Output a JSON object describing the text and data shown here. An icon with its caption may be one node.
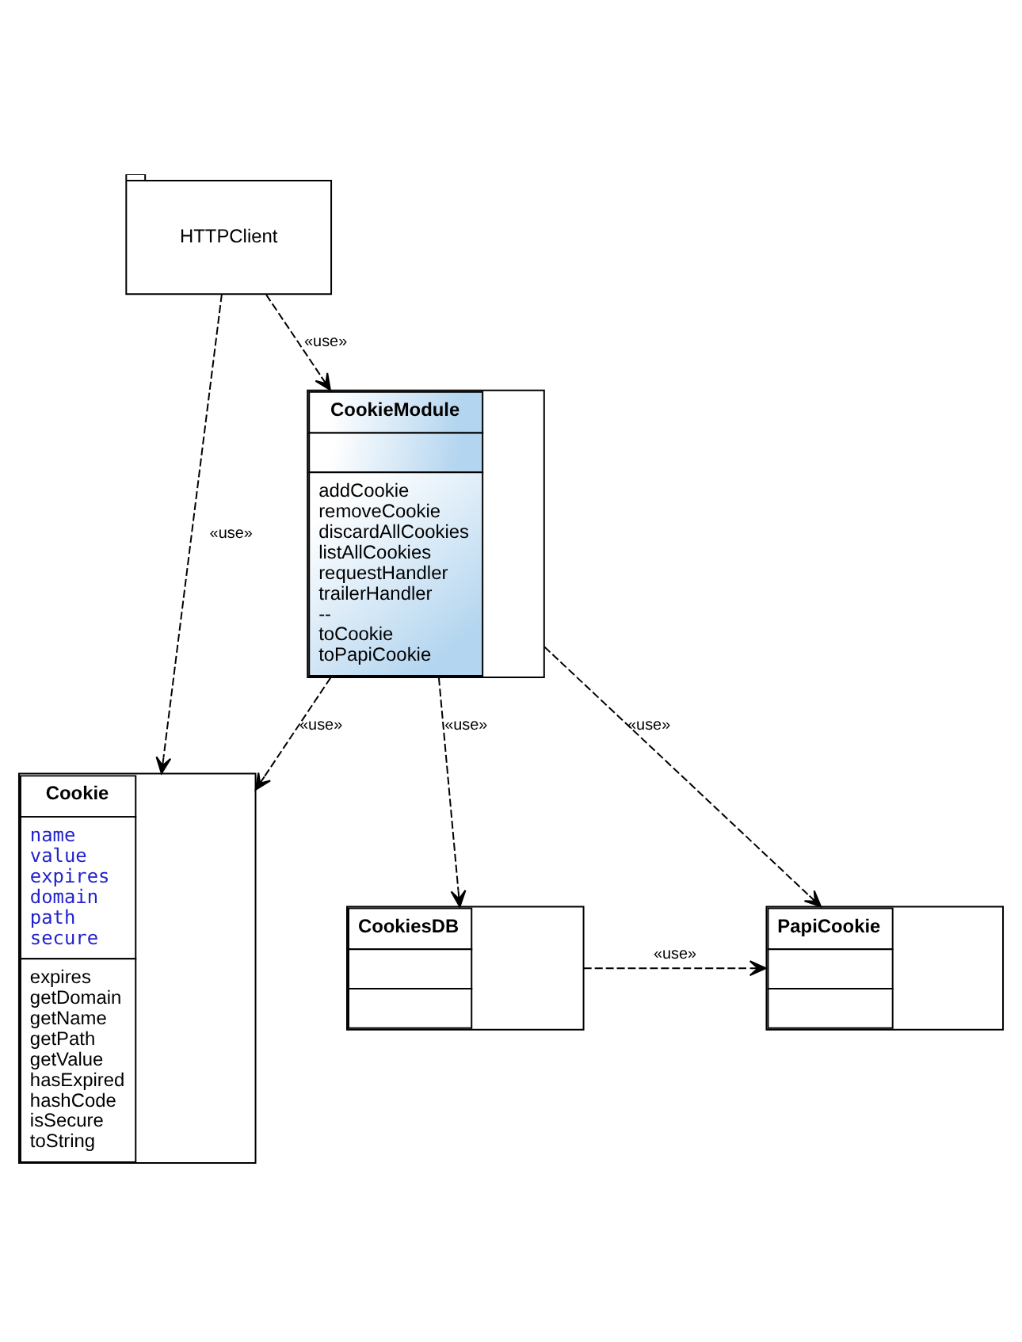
{
  "diagram": {
    "nodes": [
      {
        "text": [
          "HTTPClient"
        ]
      },
      {
        "text": [
          "Cookie",
          "name value expires domain path secure",
          "expires getDomain getName getPath getValue hasExpired hashCode isSecure toString"
        ]
      },
      {
        "text": [
          "CookieModule",
          "addCookie removeCookie discardAllCookies listAllCookies requestHandler trailerHandler -- toCookie toPapiCookie"
        ]
      },
      {
        "text": [
          "PapiCookie"
        ]
      },
      {
        "text": [
          "CookiesDB"
        ]
      }
    ],
    "edges": [
      {
        "from": 0,
        "to": 2,
        "arrow": "to",
        "label": "«use»",
        "style": "dashed"
      },
      {
        "from": 0,
        "to": 1,
        "arrow": "to",
        "label": "«use»",
        "style": "dashed"
      },
      {
        "from": 2,
        "to": 1,
        "arrow": "to",
        "label": "«use»",
        "style": "dashed"
      },
      {
        "from": 2,
        "to": 3,
        "arrow": "to",
        "label": "«use»",
        "style": "dashed"
      },
      {
        "from": 2,
        "to": 4,
        "arrow": "to",
        "label": "«use»",
        "style": "dashed"
      },
      {
        "from": 4,
        "to": 3,
        "arrow": "to",
        "label": "«use»",
        "style": "dashed"
      }
    ]
  }
}
